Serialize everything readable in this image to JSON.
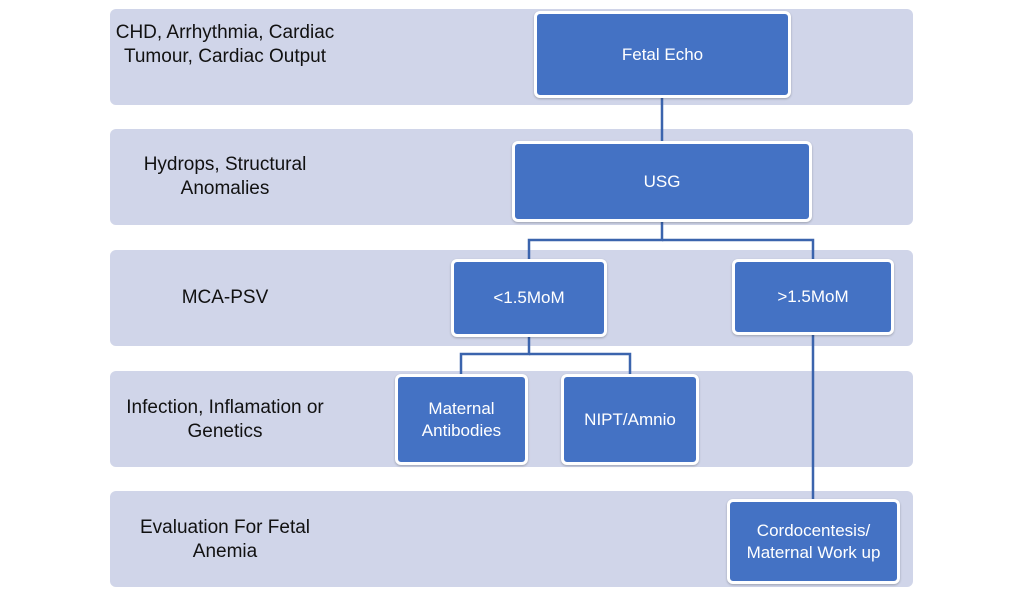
{
  "bands": [
    {
      "label": "CHD, Arrhythmia, Cardiac Tumour, Cardiac Output"
    },
    {
      "label": "Hydrops, Structural Anomalies"
    },
    {
      "label": "MCA-PSV"
    },
    {
      "label": "Infection, Inflamation or Genetics"
    },
    {
      "label": "Evaluation For Fetal Anemia"
    }
  ],
  "nodes": {
    "fetal_echo": "Fetal Echo",
    "usg": "USG",
    "low_mom": "<1.5MoM",
    "high_mom": ">1.5MoM",
    "maternal_antibodies": "Maternal Antibodies",
    "nipt_amnio": "NIPT/Amnio",
    "cordocentesis": "Cordocentesis/ Maternal Work up"
  },
  "colors": {
    "band_fill": "#d0d5e9",
    "node_fill": "#4472c4",
    "connector": "#3b64ad"
  }
}
